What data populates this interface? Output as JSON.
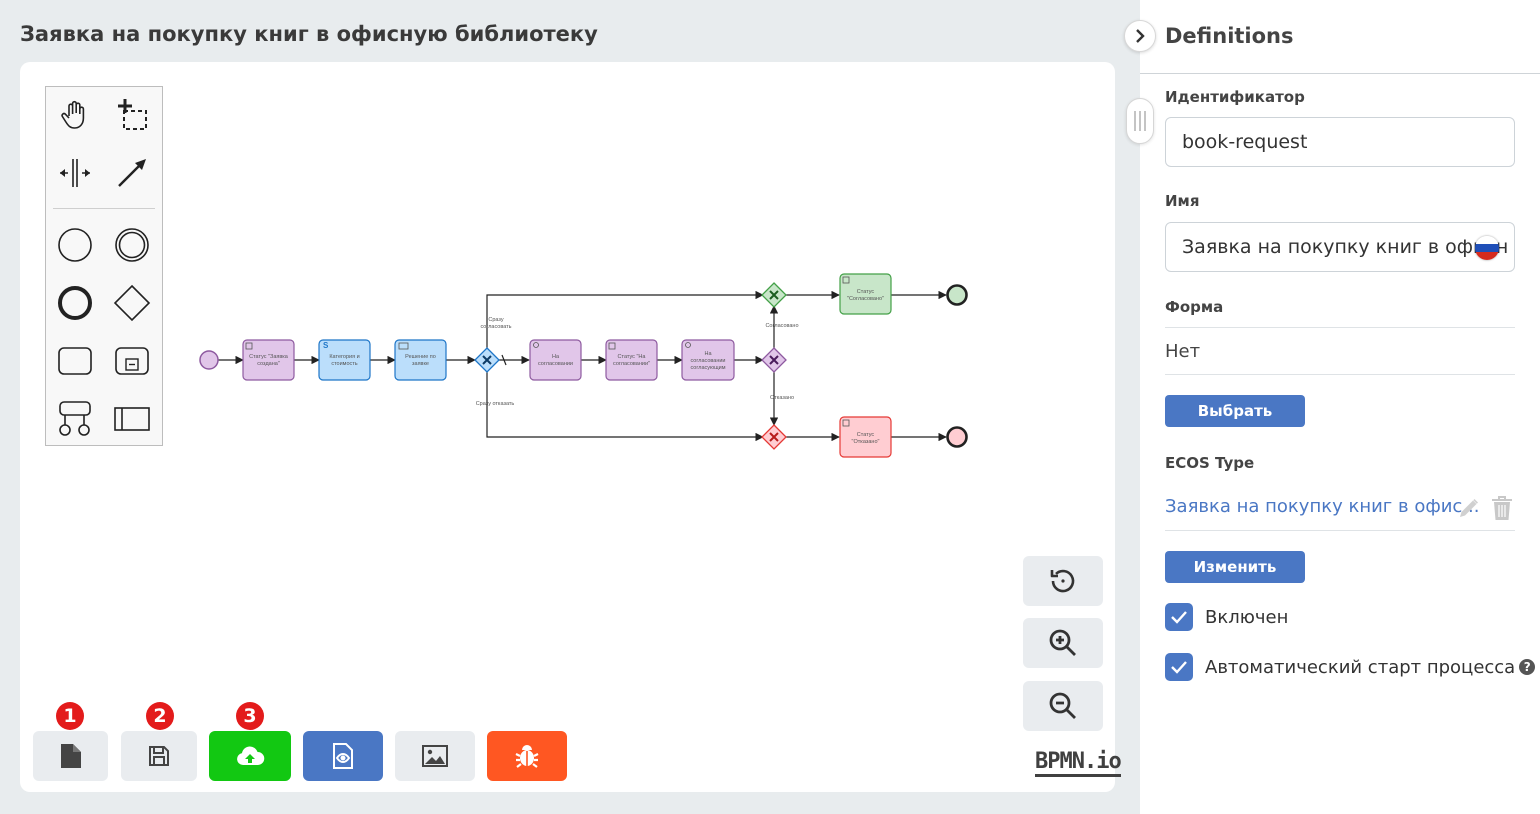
{
  "page": {
    "title": "Заявка на покупку книг в офисную библиотеку"
  },
  "diagram": {
    "tasks": {
      "status_created": [
        "Статус \"Заявка",
        "создана\""
      ],
      "category_cost": [
        "Категория и",
        "стоимость"
      ],
      "decision": [
        "Решение по",
        "заявке"
      ],
      "on_approval": [
        "На",
        "согласовании"
      ],
      "status_on_approval": [
        "Статус \"На",
        "согласовании\""
      ],
      "approvers_approval": [
        "На",
        "согласовании",
        "согласующим"
      ],
      "status_approved": [
        "Статус",
        "\"Согласовано\""
      ],
      "status_rejected": [
        "Статус",
        "\"Отказано\""
      ]
    },
    "flow_labels": {
      "approve_now": [
        "Сразу",
        "согласовать"
      ],
      "reject_now": "Сразу отказать",
      "approved": "Согласовано",
      "rejected": "Отказано"
    },
    "colors": {
      "purple": "#e1c6e9",
      "purple_stroke": "#8e5aa0",
      "blue": "#bbdefb",
      "blue_stroke": "#1e76c8",
      "green": "#c8e6c9",
      "green_stroke": "#43a047",
      "red": "#ffcdd2",
      "red_stroke": "#e53935"
    }
  },
  "toolbar": {
    "badges": [
      "1",
      "2",
      "3"
    ],
    "buttons": [
      "new-file-icon",
      "save-icon",
      "upload-cloud-icon",
      "preview-doc-icon",
      "image-icon",
      "bug-icon"
    ],
    "button_colors": {
      "upload": "#12c812",
      "preview": "#4a77c4",
      "bug": "#ff5722"
    },
    "logo": "BPMN.io"
  },
  "panel": {
    "title": "Definitions",
    "id_label": "Идентификатор",
    "id_value": "book-request",
    "name_label": "Имя",
    "name_value": "Заявка на покупку книг в офисн",
    "form_label": "Форма",
    "form_value": "Нет",
    "choose_button": "Выбрать",
    "ecos_type_label": "ECOS Type",
    "ecos_type_value": "Заявка на покупку книг в офис...",
    "change_button": "Изменить",
    "enabled_label": "Включен",
    "autostart_label": "Автоматический старт процесса",
    "accent": "#4a77c4"
  }
}
